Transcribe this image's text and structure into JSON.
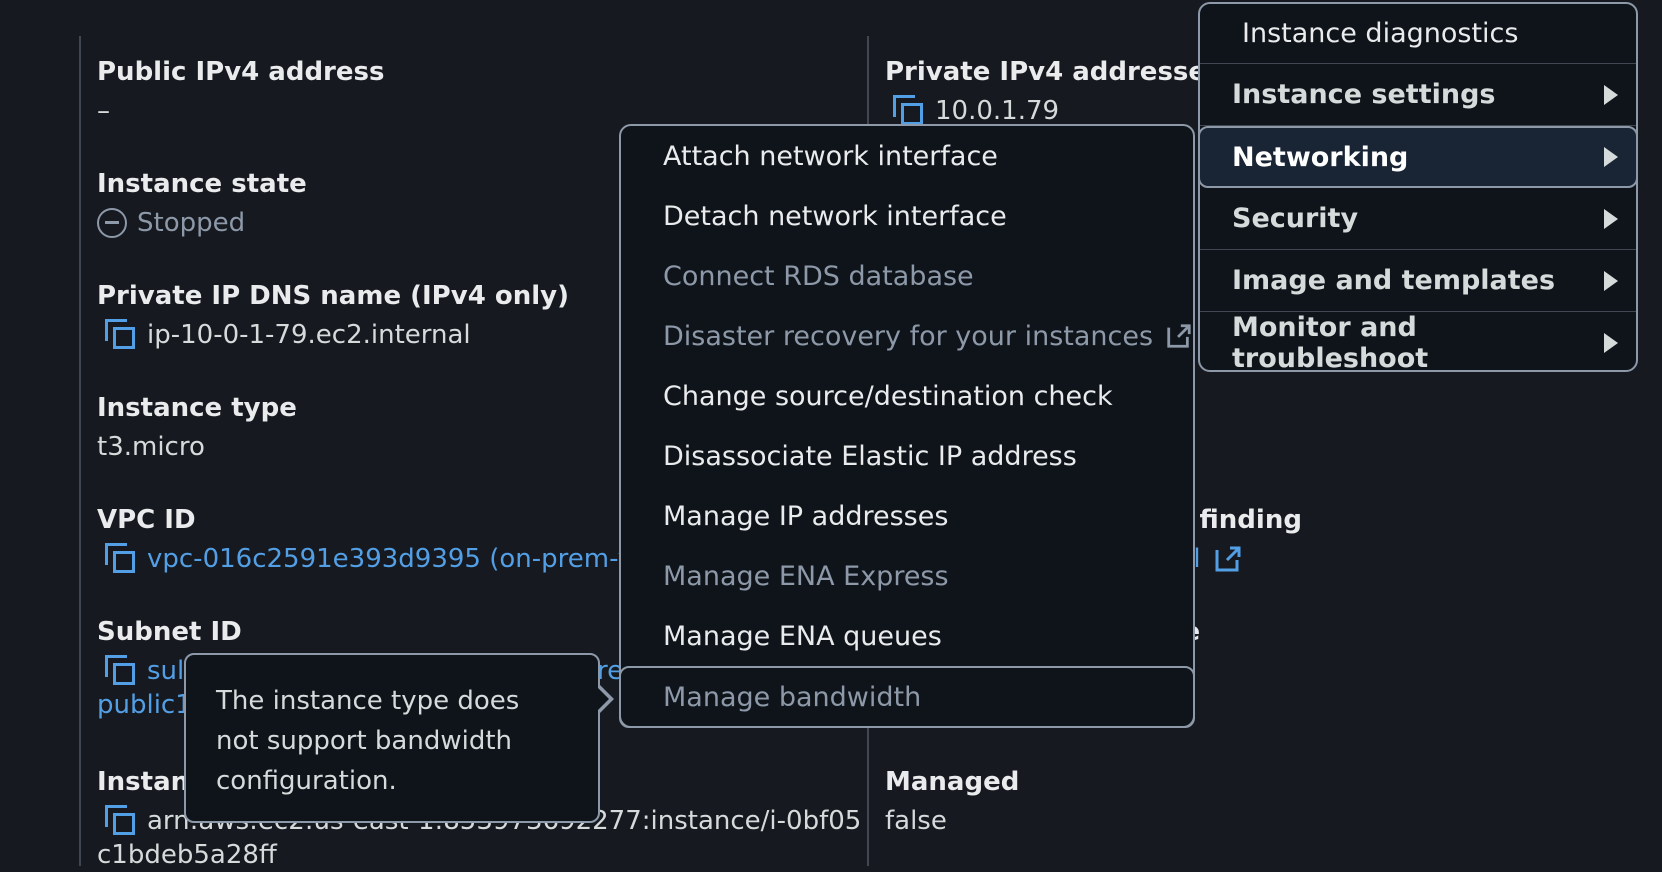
{
  "left_fields": {
    "public_ipv4": {
      "label": "Public IPv4 address",
      "value": "–"
    },
    "instance_state": {
      "label": "Instance state",
      "value": "Stopped"
    },
    "private_dns": {
      "label": "Private IP DNS name (IPv4 only)",
      "value": "ip-10-0-1-79.ec2.internal"
    },
    "instance_type": {
      "label": "Instance type",
      "value": "t3.micro"
    },
    "vpc_id": {
      "label": "VPC ID",
      "value": "vpc-016c2591e393d9395 (on-prem-v"
    },
    "subnet_id": {
      "label": "Subnet ID",
      "value_line1": "sul",
      "value_line1_tail": "re",
      "value_line2": "public1"
    },
    "instance_arn": {
      "label": "Instan",
      "value_line1": "arn:aws:ec2:us-east-1:853973692277:instance/i-0bf05",
      "value_line2": "c1bdeb5a28ff"
    }
  },
  "right_fields": {
    "private_ipv4": {
      "label": "Private IPv4 addresses",
      "value": "10.0.1.79"
    },
    "finding": {
      "label": "er finding",
      "value": "tail"
    },
    "name": {
      "label": "ne"
    },
    "managed": {
      "label": "Managed",
      "value": "false"
    }
  },
  "main_menu": {
    "items": [
      {
        "label": "Instance diagnostics"
      },
      {
        "label": "Instance settings"
      },
      {
        "label": "Networking"
      },
      {
        "label": "Security"
      },
      {
        "label": "Image and templates"
      },
      {
        "label": "Monitor and troubleshoot"
      }
    ]
  },
  "networking_menu": {
    "items": [
      {
        "label": "Attach network interface"
      },
      {
        "label": "Detach network interface"
      },
      {
        "label": "Connect RDS database"
      },
      {
        "label": "Disaster recovery for your instances"
      },
      {
        "label": "Change source/destination check"
      },
      {
        "label": "Disassociate Elastic IP address"
      },
      {
        "label": "Manage IP addresses"
      },
      {
        "label": "Manage ENA Express"
      },
      {
        "label": "Manage ENA queues"
      },
      {
        "label": "Manage bandwidth"
      }
    ]
  },
  "tooltip": {
    "text": "The instance type does not support bandwidth configuration."
  },
  "colors": {
    "background": "#16191f",
    "link": "#539fe5",
    "border": "#8d99a8",
    "menu_bg": "#0f141a"
  }
}
